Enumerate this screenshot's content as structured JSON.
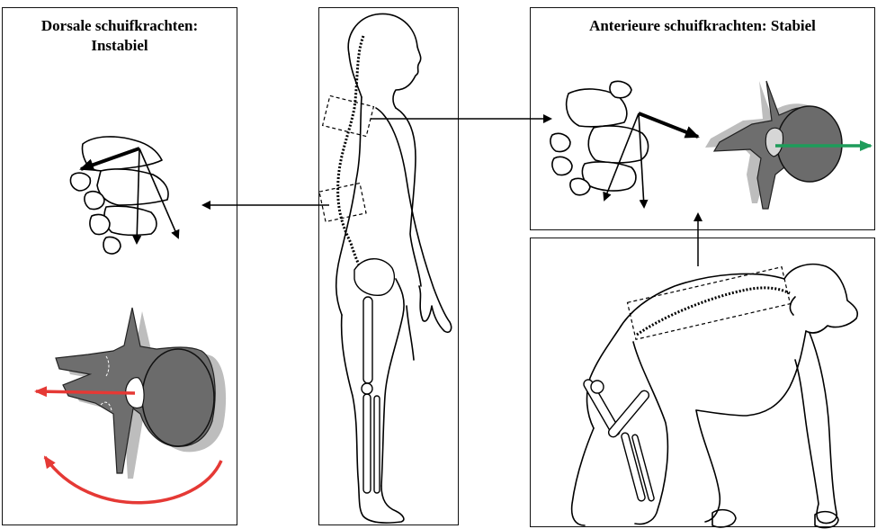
{
  "panels": {
    "left": {
      "title_line1": "Dorsale schuifkrachten:",
      "title_line2": "Instabiel"
    },
    "top_right": {
      "title": "Anterieure schuifkrachten: Stabiel"
    }
  },
  "colors": {
    "red_arrow": "#e53935",
    "green_arrow": "#1e9c5a",
    "vertebra_fill": "#6e6e6e",
    "vertebra_shadow": "#bdbdbd"
  }
}
